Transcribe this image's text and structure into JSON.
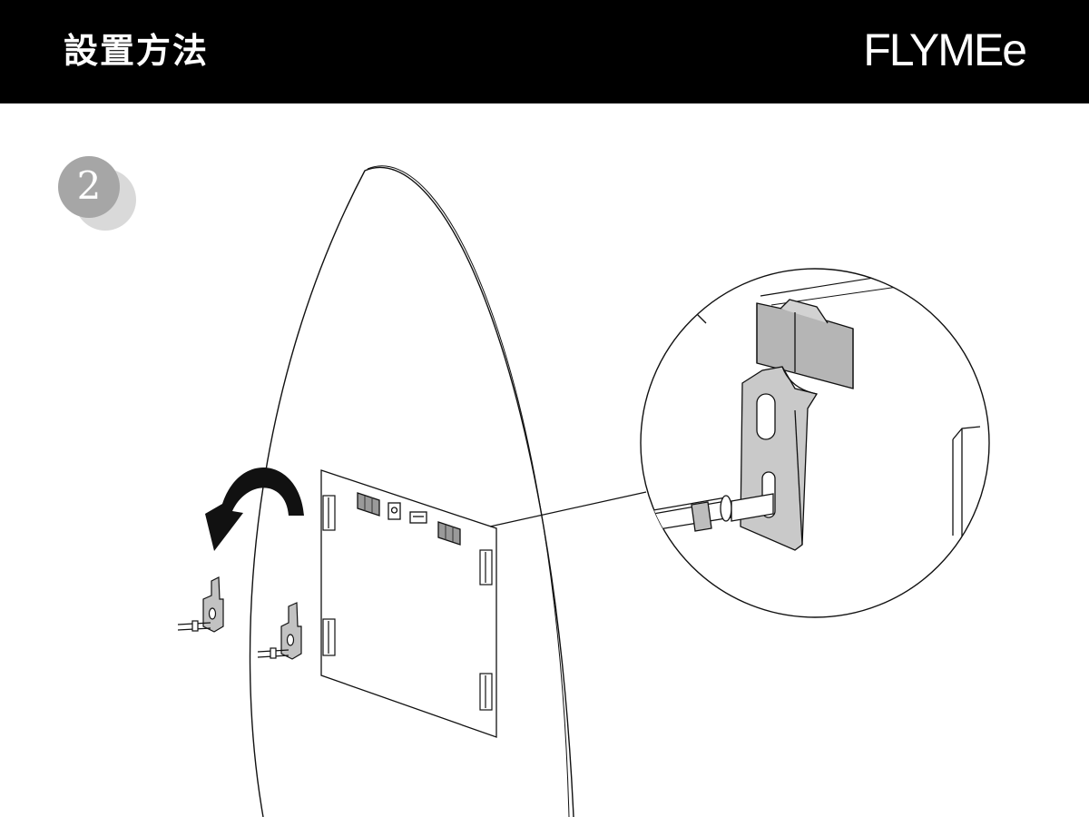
{
  "header": {
    "title": "設置方法",
    "brand": "FLYMEe"
  },
  "step": {
    "number": "2"
  },
  "colors": {
    "header_bg": "#000000",
    "header_text": "#ffffff",
    "step_circle": "#a6a6a6",
    "step_shadow": "#d9d9d9",
    "rail_fill": "#b5b5b5",
    "line": "#111111"
  },
  "icons": {
    "rotate_arrow": "curved-arrow-counterclockwise-icon",
    "bracket": "mounting-bracket-icon",
    "magnifier": "detail-zoom-circle"
  }
}
